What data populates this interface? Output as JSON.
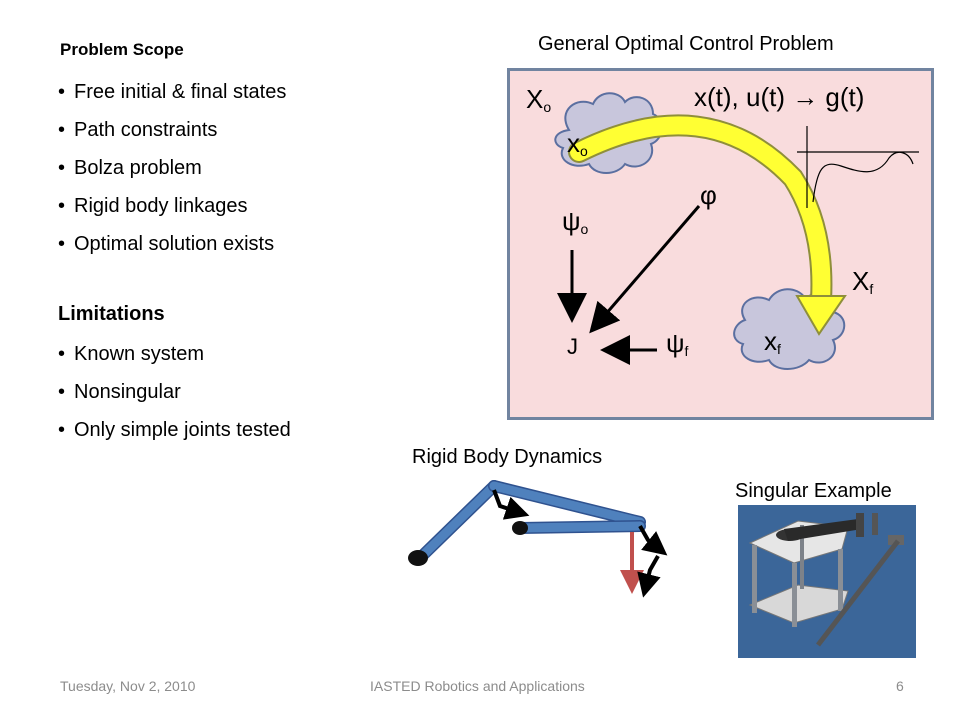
{
  "scope_title": "Problem Scope",
  "scope_items": [
    "Free initial & final states",
    "Path constraints",
    "Bolza problem",
    "Rigid body linkages",
    "Optimal solution exists"
  ],
  "limitations_title": "Limitations",
  "limitations_items": [
    "Known system",
    "Nonsingular",
    "Only simple joints tested"
  ],
  "ocp": {
    "title": "General Optimal Control Problem",
    "X0_main": "X",
    "X0_sub": "o",
    "x0_main": "x",
    "x0_sub": "o",
    "trajectory": "x(t), u(t) → g(t)",
    "phi": "φ",
    "psi0_main": "ψ",
    "psi0_sub": "o",
    "Xf_main": "X",
    "Xf_sub": "f",
    "J": "J",
    "psif_main": "ψ",
    "psif_sub": "f",
    "xf_main": "x",
    "xf_sub": "f"
  },
  "rigid_title": "Rigid Body Dynamics",
  "singular_title": "Singular Example",
  "footer": {
    "date": "Tuesday, Nov 2, 2010",
    "conference": "IASTED Robotics and Applications",
    "page": "6"
  },
  "colors": {
    "box_fill": "#f9dcdd",
    "box_border": "#7184a0",
    "cloud_fill": "#c8c6dc",
    "cloud_stroke": "#5b6fa0",
    "curved_arrow": "#ffff33",
    "link_blue": "#4f81bd",
    "velocity_red": "#c0504d",
    "robot_bg": "#3b6699"
  }
}
